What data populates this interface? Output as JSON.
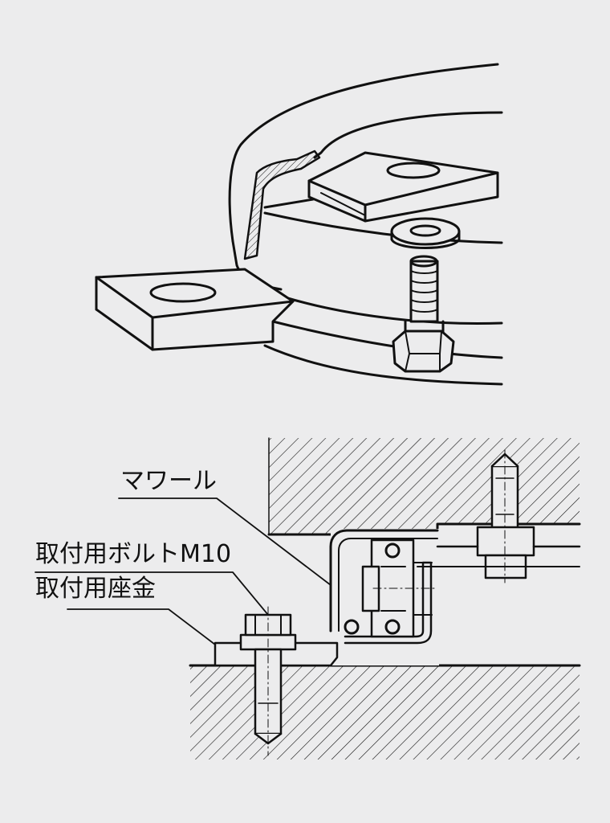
{
  "labels": {
    "mawaru": "マワール",
    "bolt": "取付用ボルトM10",
    "washer": "取付用座金"
  },
  "colors": {
    "background": "#ececed",
    "line": "#111111"
  }
}
